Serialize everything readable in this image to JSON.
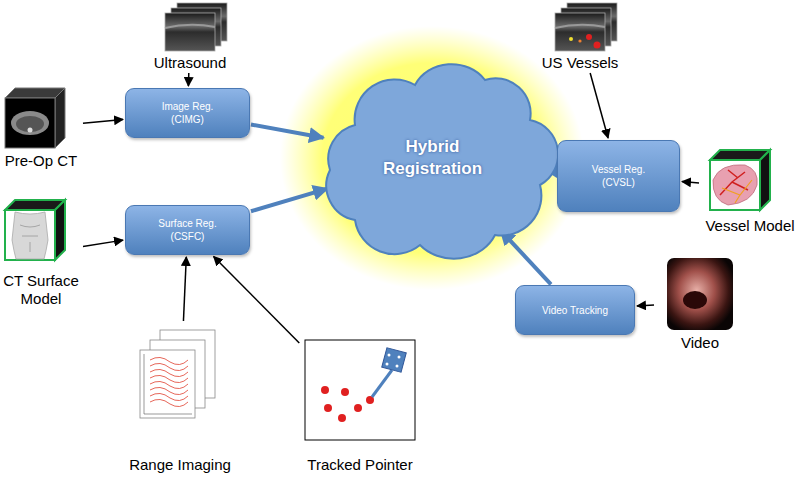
{
  "diagram": {
    "nodes": [
      {
        "text": [
          "Ultrasound"
        ]
      },
      {
        "text": [
          "US Vessels"
        ]
      },
      {
        "text": [
          "Pre-Op CT"
        ]
      },
      {
        "text": [
          "Image Reg. (CIMG)"
        ]
      },
      {
        "text": [
          "Hybrid Registration"
        ]
      },
      {
        "text": [
          "Vessel Reg. (CVSL)"
        ]
      },
      {
        "text": [
          "Vessel Model"
        ]
      },
      {
        "text": [
          "CT Surface Model"
        ]
      },
      {
        "text": [
          "Surface Reg. (CSFC)"
        ]
      },
      {
        "text": [
          "Video Tracking"
        ]
      },
      {
        "text": [
          "Video"
        ]
      },
      {
        "text": [
          "Range Imaging"
        ]
      },
      {
        "text": [
          "Tracked Pointer"
        ]
      }
    ],
    "edges": [
      {
        "from": 0,
        "to": 3,
        "arrow": "to"
      },
      {
        "from": 2,
        "to": 3,
        "arrow": "to"
      },
      {
        "from": 3,
        "to": 4,
        "arrow": "to"
      },
      {
        "from": 1,
        "to": 5,
        "arrow": "to"
      },
      {
        "from": 6,
        "to": 5,
        "arrow": "to"
      },
      {
        "from": 5,
        "to": 4,
        "arrow": "to"
      },
      {
        "from": 7,
        "to": 8,
        "arrow": "to"
      },
      {
        "from": 11,
        "to": 8,
        "arrow": "to"
      },
      {
        "from": 12,
        "to": 8,
        "arrow": "to"
      },
      {
        "from": 8,
        "to": 4,
        "arrow": "to"
      },
      {
        "from": 10,
        "to": 9,
        "arrow": "to"
      },
      {
        "from": 9,
        "to": 4,
        "arrow": "to"
      }
    ]
  }
}
